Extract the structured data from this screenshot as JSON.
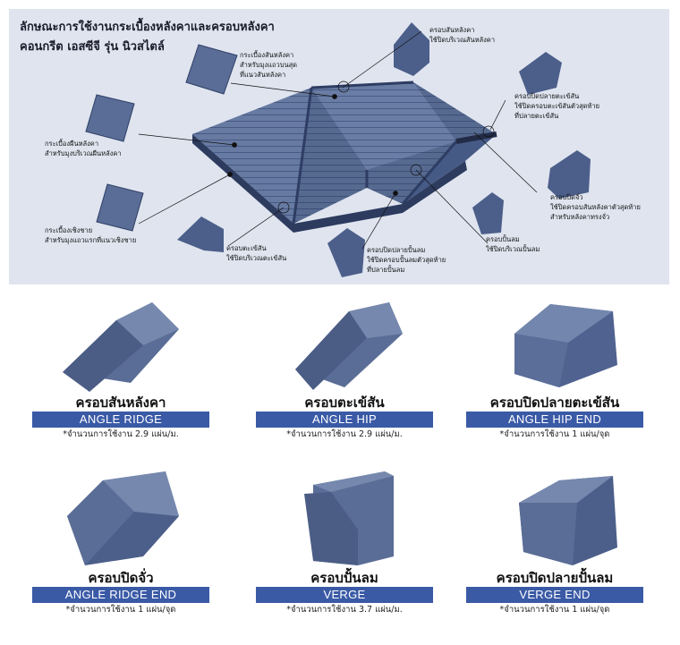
{
  "header": {
    "title_line1": "ลักษณะการใช้งานกระเบื้องหลังคาและครอบหลังคา",
    "title_line2": "คอนกรีต เอสซีจี รุ่น นิวสไตล์"
  },
  "callouts": {
    "ridge_tile": [
      "กระเบื้องสันหลังคา",
      "สำหรับมุงแถวบนสุด",
      "ที่แนวสันหลังคา"
    ],
    "field_tile": [
      "กระเบื้องผืนหลังคา",
      "สำหรับมุงบริเวณผืนหลังคา"
    ],
    "eave_tile": [
      "กระเบื้องเชิงชาย",
      "สำหรับมุงแถวแรกที่แนวเชิงชาย"
    ],
    "angle_ridge": [
      "ครอบสันหลังคา",
      "ใช้ปิดบริเวณสันหลังคา"
    ],
    "hip_end": [
      "ครอบปิดปลายตะเข้สัน",
      "ใช้ปิดครอบตะเข้สันตัวสุดท้าย",
      "ที่ปลายตะเข้สัน"
    ],
    "ridge_end": [
      "ครอบปิดจั่ว",
      "ใช้ปิดครอบสันหลังคาตัวสุดท้าย",
      "สำหรับหลังคาทรงจั่ว"
    ],
    "hip": [
      "ครอบตะเข้สัน",
      "ใช้ปิดบริเวณตะเข้สัน"
    ],
    "verge_end": [
      "ครอบปิดปลายปั้นลม",
      "ใช้ปิดครอบปั้นลมตัวสุดท้าย",
      "ที่ปลายปั้นลม"
    ],
    "verge": [
      "ครอบปั้นลม",
      "ใช้ปิดบริเวณปั้นลม"
    ]
  },
  "products": [
    {
      "name_th": "ครอบสันหลังคา",
      "name_en": "ANGLE RIDGE",
      "usage": "*จำนวนการใช้งาน 2.9 แผ่น/ม."
    },
    {
      "name_th": "ครอบตะเข้สัน",
      "name_en": "ANGLE HIP",
      "usage": "*จำนวนการใช้งาน 2.9 แผ่น/ม."
    },
    {
      "name_th": "ครอบปิดปลายตะเข้สัน",
      "name_en": "ANGLE HIP END",
      "usage": "*จำนวนการใช้งาน 1 แผ่น/จุด"
    },
    {
      "name_th": "ครอบปิดจั่ว",
      "name_en": "ANGLE RIDGE END",
      "usage": "*จำนวนการใช้งาน 1 แผ่น/จุด"
    },
    {
      "name_th": "ครอบปั้นลม",
      "name_en": "VERGE",
      "usage": "*จำนวนการใช้งาน 3.7 แผ่น/ม."
    },
    {
      "name_th": "ครอบปิดปลายปั้นลม",
      "name_en": "VERGE END",
      "usage": "*จำนวนการใช้งาน 1 แผ่น/จุด"
    }
  ],
  "colors": {
    "panel_bg": "#dfe4ef",
    "tile_blue": "#4f6593",
    "tile_dark": "#34456d",
    "bar_blue": "#3a5aa6"
  }
}
